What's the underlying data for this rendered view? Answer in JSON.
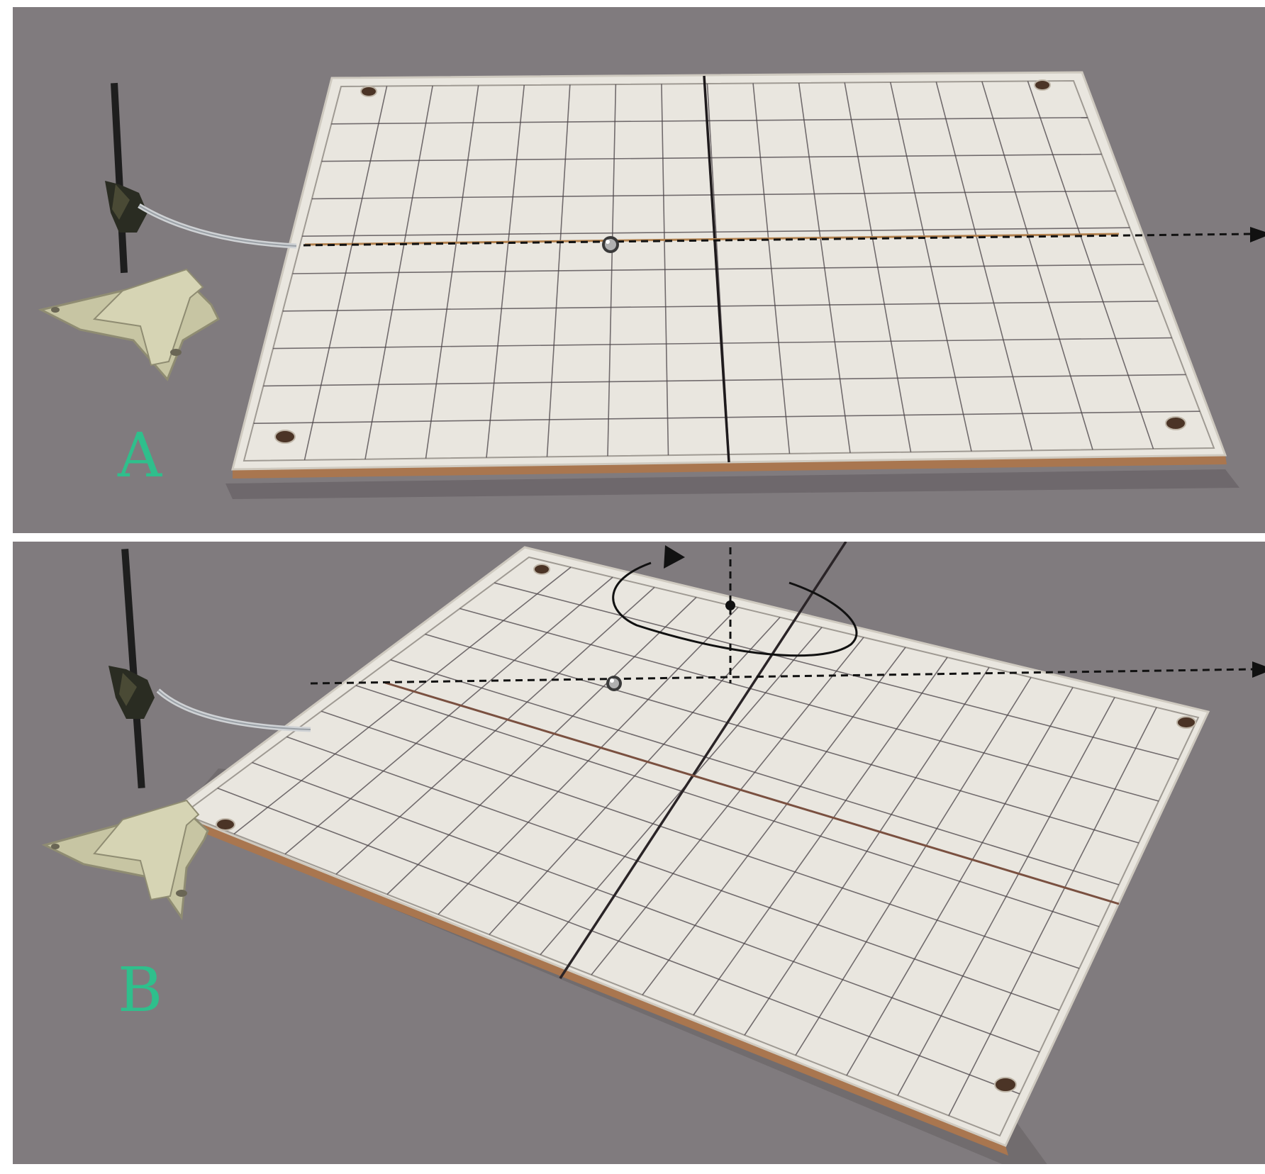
{
  "panels": [
    {
      "label": "A",
      "motion": "translation"
    },
    {
      "label": "B",
      "motion": "rotation"
    }
  ],
  "colors": {
    "background": "#807b7e",
    "board": "#e9e6df",
    "grid_line": "#4a4347",
    "board_edge": "#a9764f",
    "label": "#2fbf8c",
    "arrow": "#111111",
    "stand": "#c7c5a3"
  },
  "board_grid": {
    "columns": 16,
    "rows": 10
  },
  "icons": [
    "dashed-arrow-icon",
    "rotation-arrow-icon",
    "ball-bearing-icon",
    "ring-stand-icon"
  ]
}
